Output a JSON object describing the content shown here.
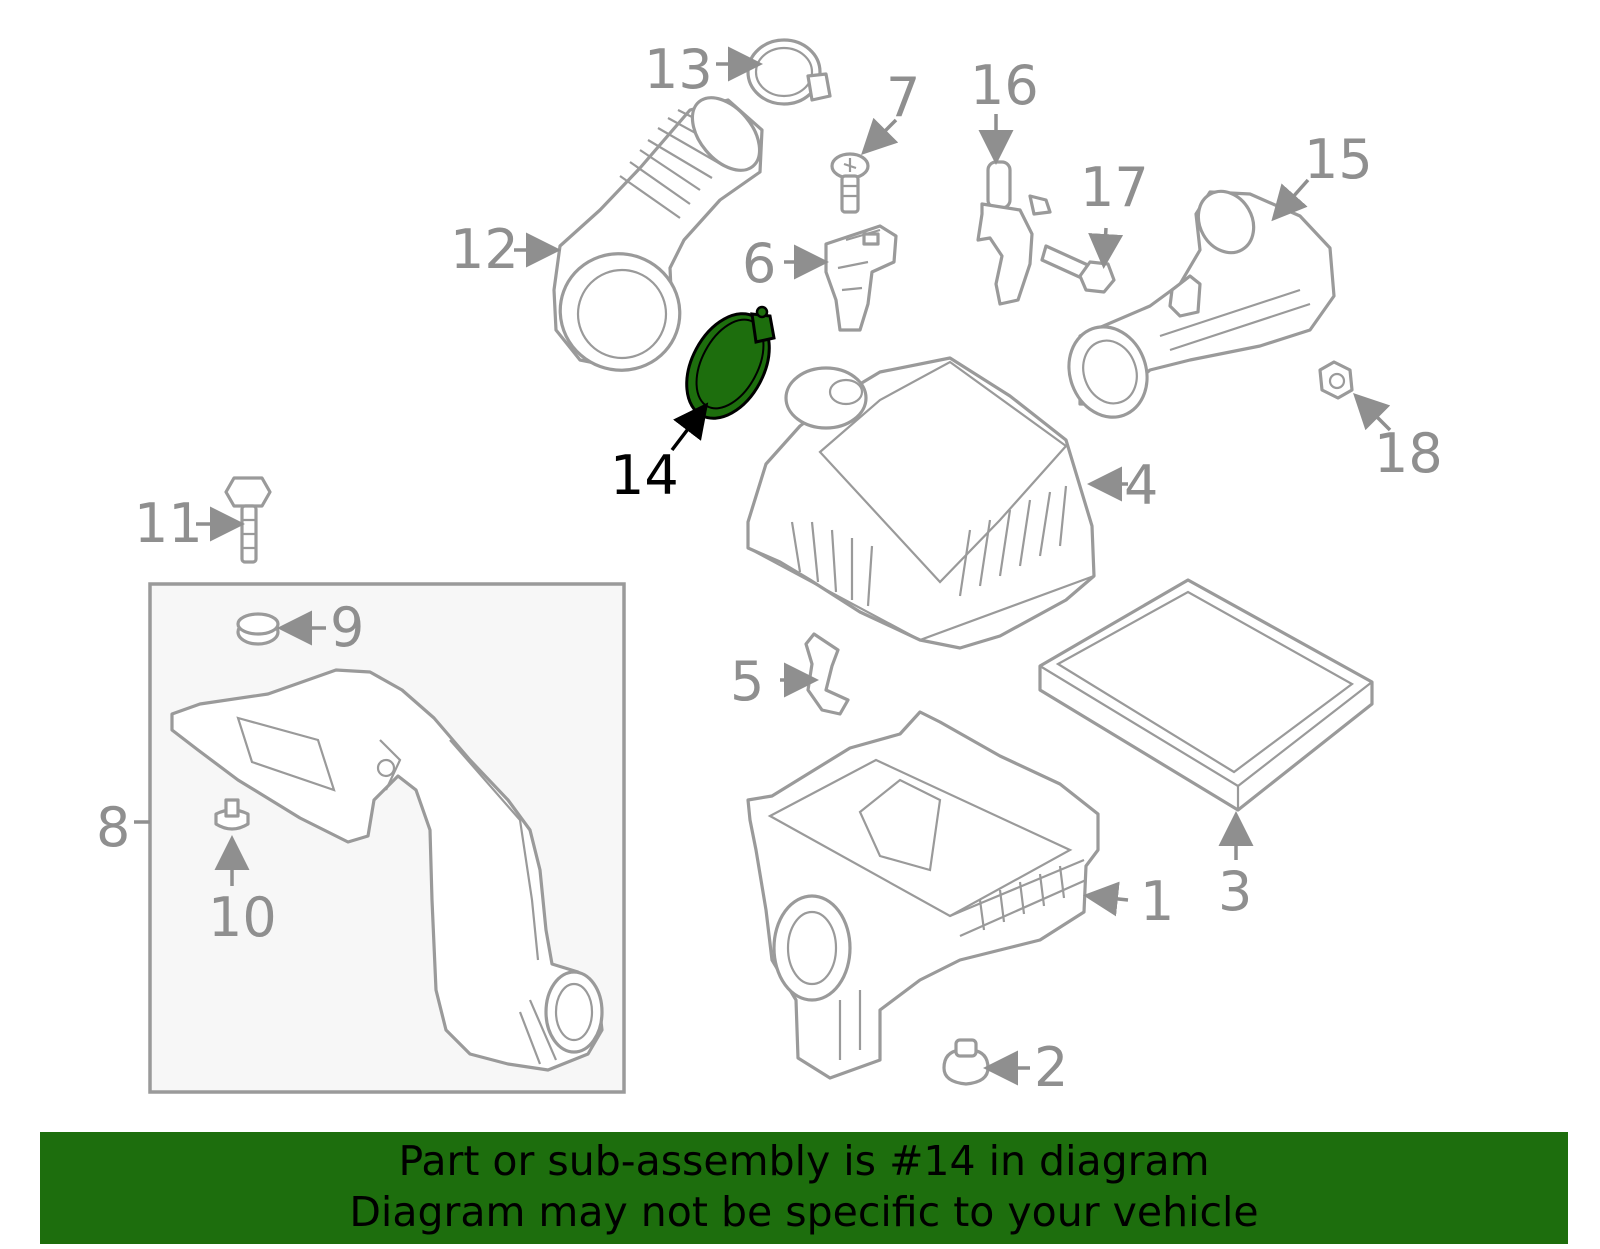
{
  "diagram": {
    "highlight_color": "#1d6e0d",
    "callouts": [
      "1",
      "2",
      "3",
      "4",
      "5",
      "6",
      "7",
      "8",
      "9",
      "10",
      "11",
      "12",
      "13",
      "14",
      "15",
      "16",
      "17",
      "18"
    ],
    "highlighted_callout": "14"
  },
  "banner": {
    "line1": "Part or sub-assembly is #14 in diagram",
    "line2": "Diagram may not be specific to your vehicle",
    "background": "#1d6e0d"
  }
}
